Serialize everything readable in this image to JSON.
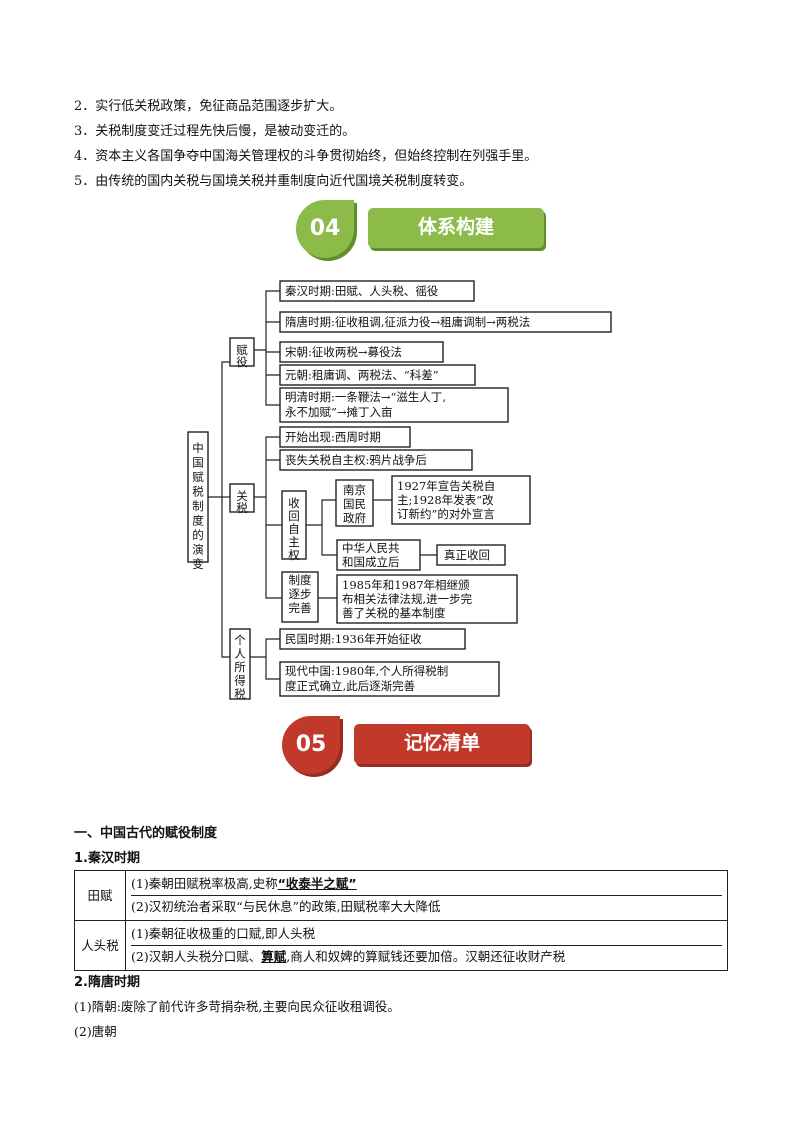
{
  "intro": [
    "2．实行低关税政策，免征商品范围逐步扩大。",
    "3．关税制度变迁过程先快后慢，是被动变迁的。",
    "4．资本主义各国争夺中国海关管理权的斗争贯彻始终，但始终控制在列强手里。",
    "5．由传统的国内关税与国境关税并重制度向近代国境关税制度转变。"
  ],
  "section04": {
    "number": "04",
    "title": "体系构建",
    "color": "#8dbb4a",
    "color_dark": "#5f8f2a"
  },
  "section05": {
    "number": "05",
    "title": "记忆清单",
    "color": "#c0392b",
    "color_dark": "#962d22"
  },
  "diagram": {
    "root": "中国赋税制度的演变",
    "fuyi": {
      "label": "赋役",
      "items": [
        "秦汉时期:田赋、人头税、徭役",
        "隋唐时期:征收租调,征派力役→租庸调制→两税法",
        "宋朝:征收两税→募役法",
        "元朝:租庸调、两税法、“科差”",
        "明清时期:一条鞭法→“滋生人丁,",
        "永不加赋”→摊丁入亩"
      ]
    },
    "guanshui": {
      "label": "关税",
      "items": [
        "开始出现:西周时期",
        "丧失关税自主权:鸦片战争后"
      ],
      "shouhui": "收回自主权",
      "nanjing": "南京国民政府",
      "nanjing_text": [
        "1927年宣告关税自",
        "主;1928年发表“改",
        "订新约”的对外宣言"
      ],
      "prc": [
        "中华人民共",
        "和国成立后"
      ],
      "prc_result": "真正收回",
      "zhidu": "制度逐步完善",
      "zhidu_text": [
        "1985年和1987年相继颁",
        "布相关法律法规,进一步完",
        "善了关税的基本制度"
      ]
    },
    "geren": {
      "label": "个人所得税",
      "items": [
        "民国时期:1936年开始征收",
        "现代中国:1980年,个人所得税制",
        "度正式确立,此后逐渐完善"
      ]
    }
  },
  "memory": {
    "h1": "一、中国古代的赋役制度",
    "qinhan": "1.秦汉时期",
    "tianfu": {
      "cat": "田赋",
      "line1_pre": "(1)秦朝田赋税率极高,史称",
      "line1_kw": "“收泰半之赋”",
      "line2": "(2)汉初统治者采取“与民休息”的政策,田赋税率大大降低"
    },
    "rentou": {
      "cat": "人头税",
      "line1": "(1)秦朝征收极重的口赋,即人头税",
      "line2_pre": "(2)汉朝人头税分口赋、",
      "line2_kw": "算赋",
      "line2_post": ",商人和奴婢的算赋钱还要加倍。汉朝还征收财产税"
    },
    "suitang": "2.隋唐时期",
    "sui_line": "(1)隋朝:废除了前代许多苛捐杂税,主要向民众征收租调役。",
    "tang_line": "(2)唐朝"
  }
}
